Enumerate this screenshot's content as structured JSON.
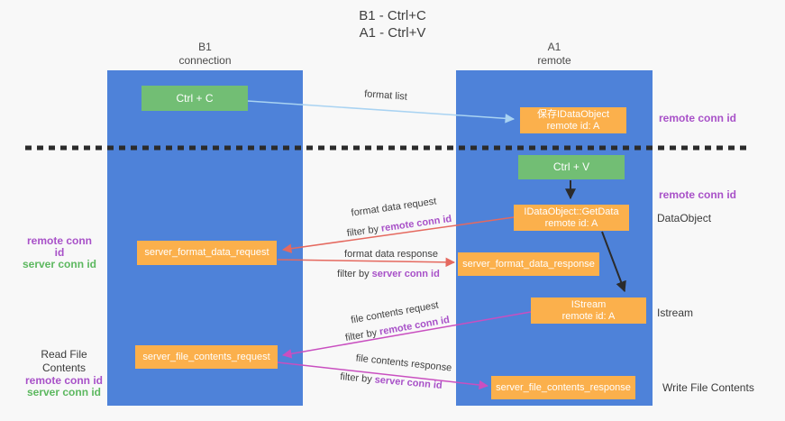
{
  "title": {
    "line1": "B1 - Ctrl+C",
    "line2": "A1 - Ctrl+V"
  },
  "lifelines": {
    "left": {
      "title": "B1",
      "subtitle": "connection"
    },
    "right": {
      "title": "A1",
      "subtitle": "remote"
    }
  },
  "boxes": {
    "ctrl_c": {
      "label": "Ctrl + C"
    },
    "save_idataobject": {
      "line1": "保存IDataObject",
      "line2": "remote id: A"
    },
    "ctrl_v": {
      "label": "Ctrl + V"
    },
    "getdata": {
      "line1": "IDataObject::GetData",
      "line2": "remote id: A"
    },
    "istream": {
      "line1": "IStream",
      "line2": "remote id: A"
    },
    "format_request": {
      "label": "server_format_data_request"
    },
    "format_response": {
      "label": "server_format_data_response"
    },
    "file_request": {
      "label": "server_file_contents_request"
    },
    "file_response": {
      "label": "server_file_contents_response"
    }
  },
  "messages": {
    "format_list": {
      "label": "format list"
    },
    "format_data_request": {
      "label": "format data request",
      "filter_prefix": "filter by",
      "filter_key": "remote conn id"
    },
    "format_data_response": {
      "label": "format data response",
      "filter_prefix": "filter by",
      "filter_key": "server conn id"
    },
    "file_contents_request": {
      "label": "file contents request",
      "filter_prefix": "filter by",
      "filter_key": "remote conn id"
    },
    "file_contents_response": {
      "label": "file contents response",
      "filter_prefix": "filter by",
      "filter_key": "server conn id"
    }
  },
  "side_labels": {
    "right_remote_conn_top": "remote conn id",
    "right_remote_conn_mid": "remote conn id",
    "right_dataobject": "DataObject",
    "right_istream": "Istream",
    "right_write_file": "Write File Contents",
    "left_remote_conn_top": "remote conn id",
    "left_server_conn_top": "server conn id",
    "left_read_file": "Read File Contents",
    "left_remote_conn_bottom": "remote conn id",
    "left_server_conn_bottom": "server conn id"
  },
  "colors": {
    "background": "#f8f8f8",
    "lifeline_blue": "#4E82D9",
    "box_orange": "#FBB04C",
    "box_green": "#72BE74",
    "arrow_lightblue": "#A9D3F2",
    "arrow_red": "#E5695F",
    "arrow_magenta": "#C94FC0",
    "arrow_black": "#2B2B2B",
    "text_purple": "#A851C8",
    "text_green": "#5CB85F",
    "text_dark": "#3F3F3F"
  }
}
